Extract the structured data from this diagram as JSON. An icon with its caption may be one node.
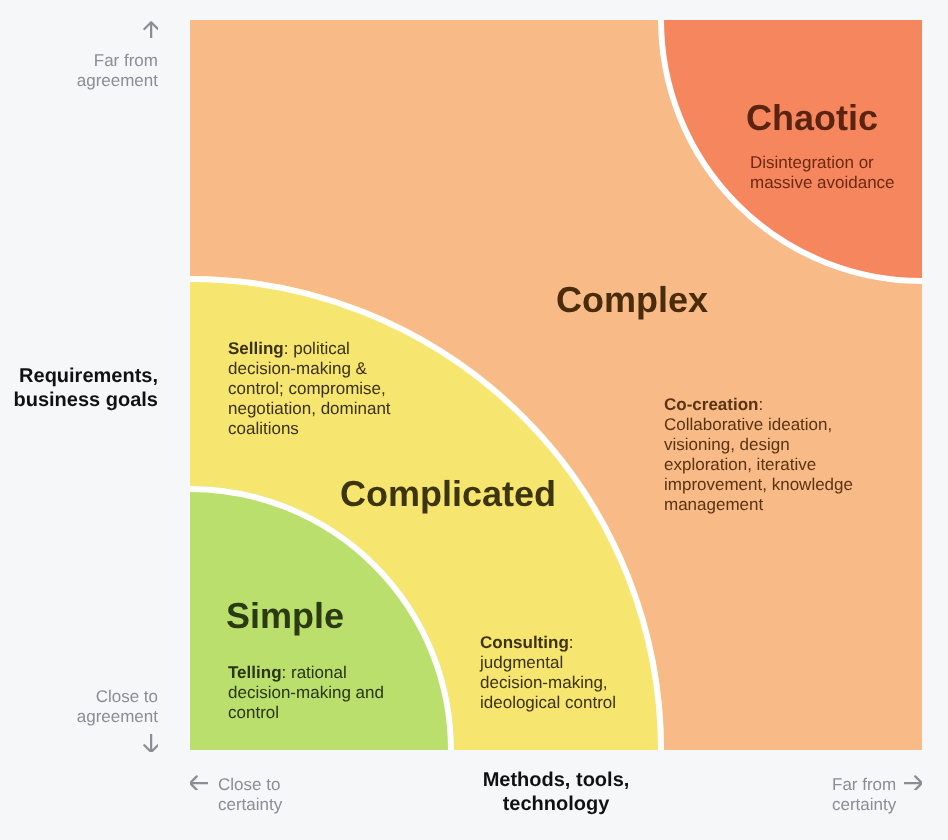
{
  "diagram": {
    "nodes": [
      {
        "text": [
          "Complex",
          "**Co-creation**: Collaborative ideation, visioning, design exploration, iterative improvement, knowledge management"
        ]
      },
      {
        "text": [
          "Chaotic",
          "Disintegration or massive avoidance"
        ],
        "in": 0
      },
      {
        "text": [
          "**Selling**: political decision-making & control; compromise, negotiation, dominant coalitions",
          "Complicated",
          "**Consulting**: judgmental decision-making, ideological control"
        ],
        "in": 0
      },
      {
        "text": [
          "Simple",
          "**Telling**: rational decision-making and control"
        ],
        "in": 2
      }
    ],
    "labels": [
      "Far from agreement",
      "Requirements, business goals",
      "Close to agreement",
      "Close to certainty",
      "Methods, tools, technology",
      "Far from certainty"
    ]
  }
}
